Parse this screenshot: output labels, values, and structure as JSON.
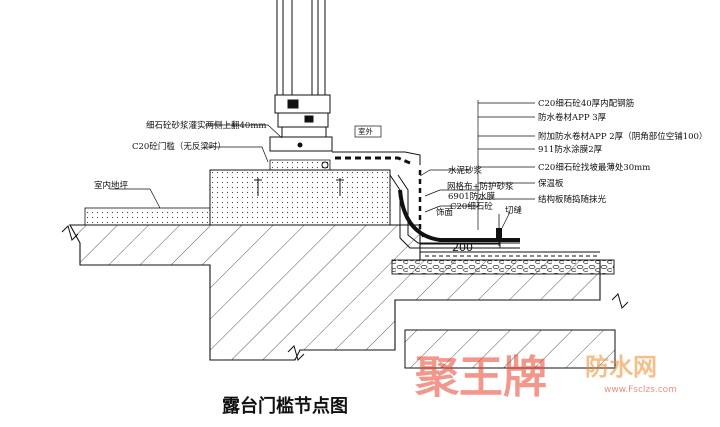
{
  "title": "露台门槛节点图",
  "labels": {
    "left_grout": "细石砼砂浆灌实两侧上翻40mm",
    "left_sill": "C20砼门槛（无反梁时）",
    "indoor_floor": "室内地坪",
    "outdoor": "室外",
    "cement_mortar": "水泥砂浆",
    "mesh_mortar": "网格布+防护砂浆",
    "membrane_6901": "6901防水膜",
    "c20_fine": "C20细石砼",
    "finish": "饰面",
    "joint": "切缝",
    "dim_200": "200"
  },
  "callouts": [
    "C20细石砼40厚内配钢筋",
    "防水卷材APP 3厚",
    "附加防水卷材APP 2厚（阴角部位空铺100）",
    "911防水涂膜2厚",
    "C20细石砼找坡最薄处30mm",
    "保温板",
    "结构板随捣随抹光"
  ],
  "watermark": {
    "brand": "聚王牌",
    "sub": "防水网",
    "url": "www.Fsclzs.com"
  },
  "colors": {
    "line": "#111111",
    "watermark_red": "#e8432e",
    "watermark_orange": "#f08a2a"
  }
}
